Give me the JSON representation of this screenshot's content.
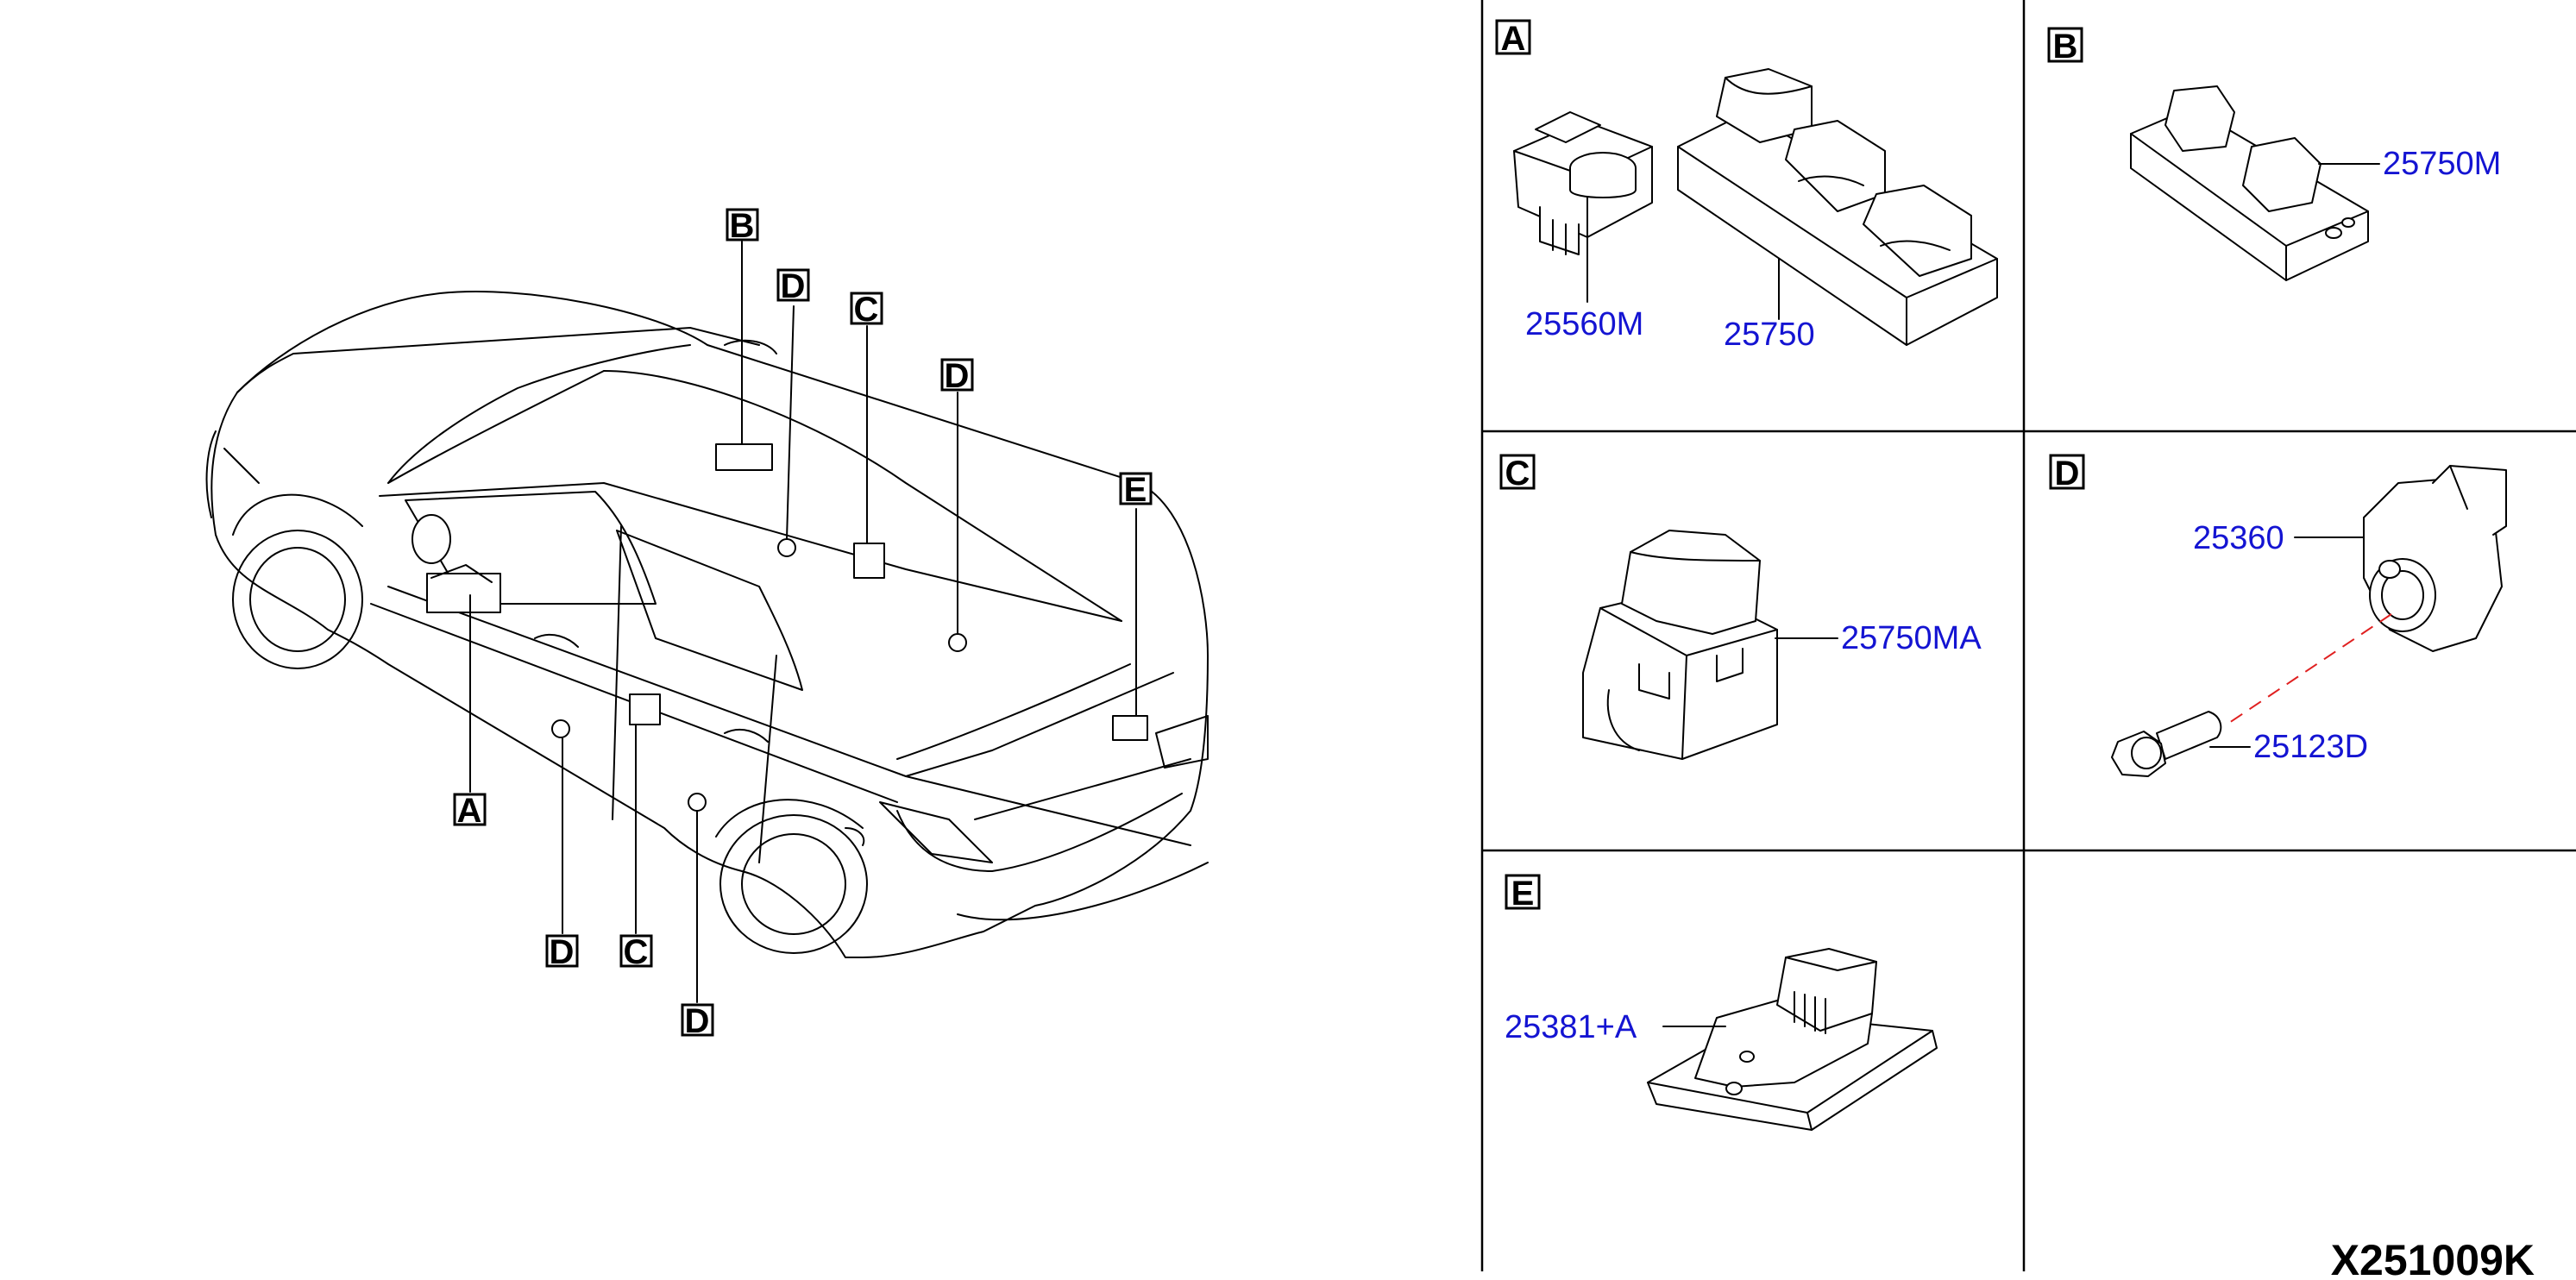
{
  "overview": {
    "callouts": [
      "A",
      "B",
      "C",
      "C",
      "D",
      "D",
      "D",
      "D",
      "E"
    ]
  },
  "panels": {
    "A": {
      "label": "A",
      "parts": [
        "25560M",
        "25750"
      ]
    },
    "B": {
      "label": "B",
      "parts": [
        "25750M"
      ]
    },
    "C": {
      "label": "C",
      "parts": [
        "25750MA"
      ]
    },
    "D": {
      "label": "D",
      "parts": [
        "25360",
        "25123D"
      ]
    },
    "E": {
      "label": "E",
      "parts": [
        "25381+A"
      ]
    }
  },
  "diagram_code": "X251009K",
  "colors": {
    "part_number": "#1414d2",
    "guide_line": "#e02020",
    "line_art": "#000000"
  }
}
